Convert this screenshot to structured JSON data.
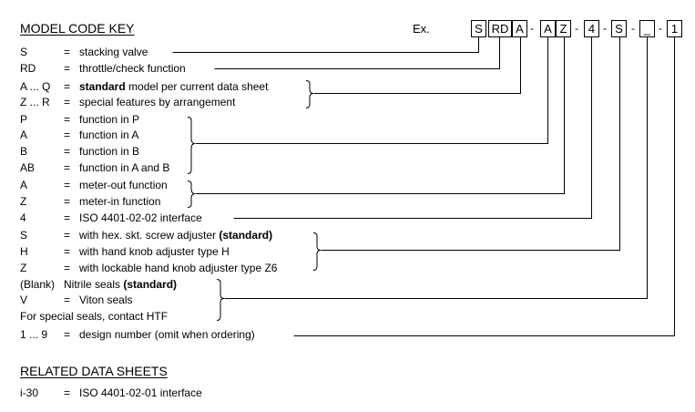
{
  "title": "MODEL CODE KEY",
  "example_label": "Ex.",
  "code_boxes": [
    "S",
    "RD",
    "A",
    "A",
    "Z",
    "4",
    "S",
    "_",
    "1"
  ],
  "code_separator": "-",
  "rows": [
    {
      "code": "S",
      "text": "stacking valve"
    },
    {
      "code": "RD",
      "text": "throttle/check function"
    },
    {
      "code": "A ... Q",
      "bold": "standard",
      "text": " model per current data sheet"
    },
    {
      "code": "Z ... R",
      "text": "special features by arrangement"
    },
    {
      "code": "P",
      "text": "function in P"
    },
    {
      "code": "A",
      "text": "function in A"
    },
    {
      "code": "B",
      "text": "function in B"
    },
    {
      "code": "AB",
      "text": "function in A and B"
    },
    {
      "code": "A",
      "text": "meter-out function"
    },
    {
      "code": "Z",
      "text": "meter-in function"
    },
    {
      "code": "4",
      "text": "ISO 4401-02-02 interface"
    },
    {
      "code": "S",
      "text": "with hex. skt. screw adjuster ",
      "bold_after": "(standard)"
    },
    {
      "code": "H",
      "text": "with hand knob adjuster type H"
    },
    {
      "code": "Z",
      "text": "with lockable hand knob adjuster type Z6"
    },
    {
      "code": "(Blank)",
      "text": "Nitrile seals ",
      "bold_after": "(standard)"
    },
    {
      "code": "V",
      "text": "Viton seals"
    },
    {
      "code": "",
      "text": "For special seals, contact HTF"
    },
    {
      "code": "1 ... 9",
      "text": "design number (omit when ordering)"
    }
  ],
  "equals": "=",
  "related_title": "RELATED DATA SHEETS",
  "related": [
    {
      "code": "i-30",
      "text": "ISO 4401-02-01 interface"
    }
  ]
}
